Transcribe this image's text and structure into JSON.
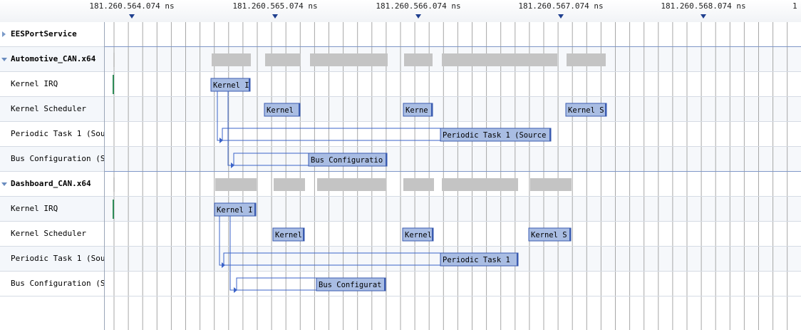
{
  "ruler": {
    "ticks": [
      {
        "label": "181.260.564.074 ns"
      },
      {
        "label": "181.260.565.074 ns"
      },
      {
        "label": "181.260.566.074 ns"
      },
      {
        "label": "181.260.567.074 ns"
      },
      {
        "label": "181.260.568.074 ns"
      }
    ],
    "partial_label": "1"
  },
  "tree": {
    "rows": [
      {
        "label": "EESPortService",
        "type": "group",
        "state": "collapsed"
      },
      {
        "label": "Automotive_CAN.x64",
        "type": "group",
        "state": "expanded"
      },
      {
        "label": "Kernel IRQ",
        "type": "task"
      },
      {
        "label": "Kernel Scheduler",
        "type": "task"
      },
      {
        "label": "Periodic Task 1 (Sou",
        "type": "task"
      },
      {
        "label": "Bus Configuration (S",
        "type": "task"
      },
      {
        "label": "Dashboard_CAN.x64",
        "type": "group",
        "state": "expanded"
      },
      {
        "label": "Kernel IRQ",
        "type": "task"
      },
      {
        "label": "Kernel Scheduler",
        "type": "task"
      },
      {
        "label": "Periodic Task 1 (Sou",
        "type": "task"
      },
      {
        "label": "Bus Configuration (S",
        "type": "task"
      }
    ]
  },
  "timeline": {
    "bars": [
      {
        "row": 1,
        "kind": "summary"
      },
      {
        "row": 1,
        "kind": "summary"
      },
      {
        "row": 1,
        "kind": "summary"
      },
      {
        "row": 1,
        "kind": "summary"
      },
      {
        "row": 1,
        "kind": "summary"
      },
      {
        "row": 1,
        "kind": "summary"
      },
      {
        "row": 2,
        "kind": "run",
        "label": "Kernel I"
      },
      {
        "row": 3,
        "kind": "run",
        "label": "Kernel"
      },
      {
        "row": 3,
        "kind": "run",
        "label": "Kerne"
      },
      {
        "row": 3,
        "kind": "run",
        "label": "Kernel S"
      },
      {
        "row": 4,
        "kind": "run",
        "label": "Periodic Task 1 (Source"
      },
      {
        "row": 5,
        "kind": "run",
        "label": "Bus Configuratio"
      },
      {
        "row": 6,
        "kind": "summary"
      },
      {
        "row": 6,
        "kind": "summary"
      },
      {
        "row": 6,
        "kind": "summary"
      },
      {
        "row": 6,
        "kind": "summary"
      },
      {
        "row": 6,
        "kind": "summary"
      },
      {
        "row": 6,
        "kind": "summary"
      },
      {
        "row": 7,
        "kind": "run",
        "label": "Kernel I"
      },
      {
        "row": 8,
        "kind": "run",
        "label": "Kernel"
      },
      {
        "row": 8,
        "kind": "run",
        "label": "Kernel"
      },
      {
        "row": 8,
        "kind": "run",
        "label": "Kernel S"
      },
      {
        "row": 9,
        "kind": "run",
        "label": "Periodic Task 1"
      },
      {
        "row": 10,
        "kind": "run",
        "label": "Bus Configurat"
      }
    ],
    "colors": {
      "run_fill": "#a9bde3",
      "run_border": "#3a5bb0",
      "summary_fill": "#c4c4c4",
      "link": "#3b63c9",
      "grid": "#a7a7a7",
      "group_separator": "#7f97c7",
      "irq_marker": "#2e8b57"
    }
  }
}
